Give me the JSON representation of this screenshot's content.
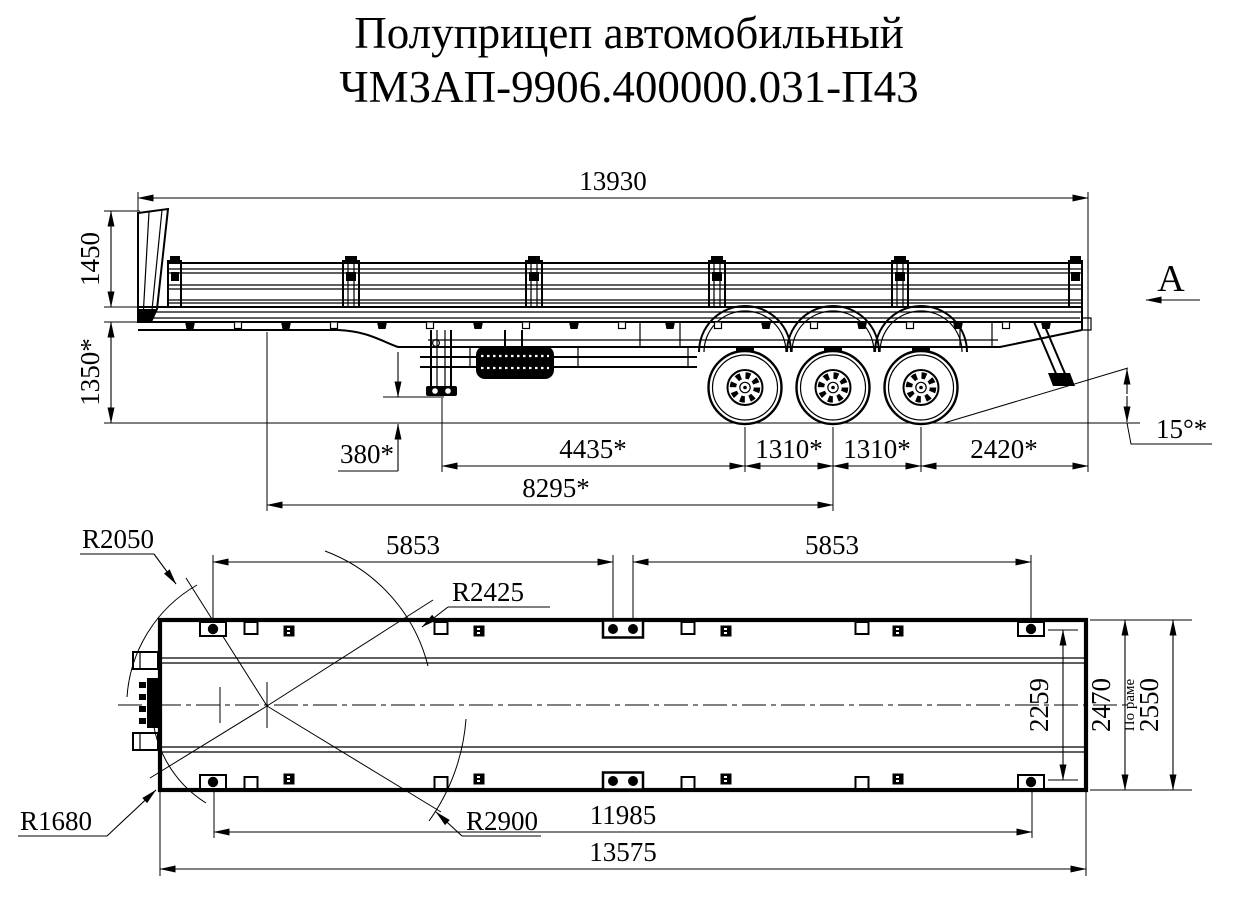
{
  "title": {
    "line1": "Полуприцеп автомобильный",
    "line2": "ЧМЗАП-9906.400000.031-П43"
  },
  "colors": {
    "line": "#000000",
    "background": "#ffffff"
  },
  "side_view": {
    "view_arrow_label": "А",
    "dims": {
      "overall_length": "13930",
      "body_height": "1450",
      "loading_height": "1350*",
      "ground_clearance": "380*",
      "support_to_axle1": "4435*",
      "axle_spacing_1": "1310*",
      "axle_spacing_2": "1310*",
      "rear_overhang": "2420*",
      "kingpin_to_bogie": "8295*",
      "departure_angle": "15°*"
    }
  },
  "plan_view": {
    "dims": {
      "swing_radius_front": "R2050",
      "swing_radius_mid": "R2425",
      "swing_radius_front_corner": "R1680",
      "swing_radius_rear": "R2900",
      "ring_span_left": "5853",
      "ring_span_right": "5853",
      "ring_span_total": "11985",
      "platform_length": "13575",
      "inner_width": "2259",
      "frame_width": "2470",
      "frame_width_note": "По раме",
      "overall_width": "2550"
    }
  }
}
